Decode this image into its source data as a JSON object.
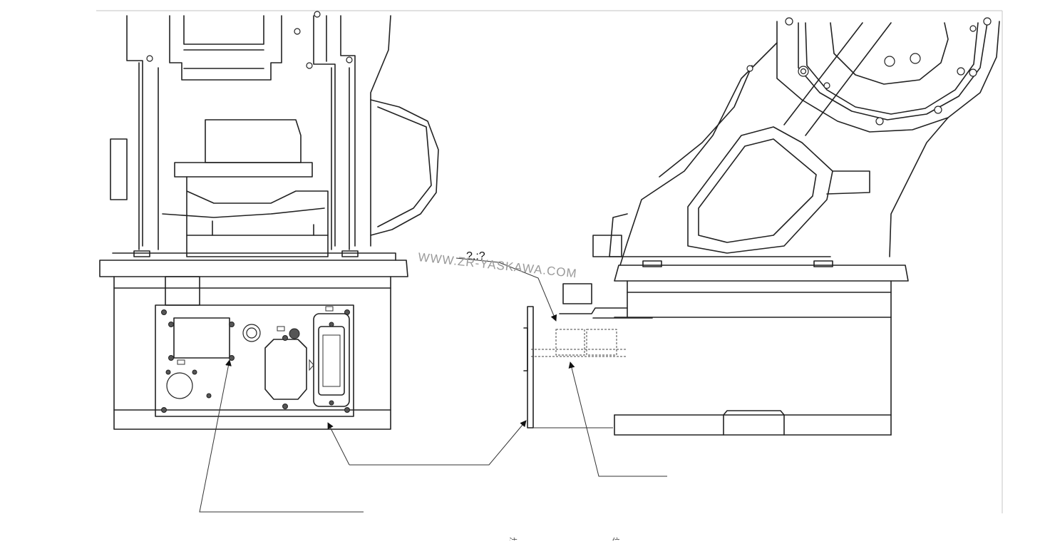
{
  "diagram": {
    "callout_label": "?.:?",
    "watermark": "WWW.ZR-YASKAWA.COM",
    "footer_fragments": [
      "注",
      "位"
    ]
  },
  "colors": {
    "line": "#222222",
    "frame": "#cfcfcf",
    "watermark": "#9a9a9a",
    "background": "#ffffff"
  },
  "icons": [
    "front-view-robot-base",
    "side-view-robot-base",
    "connector-panel",
    "leader-arrow"
  ]
}
